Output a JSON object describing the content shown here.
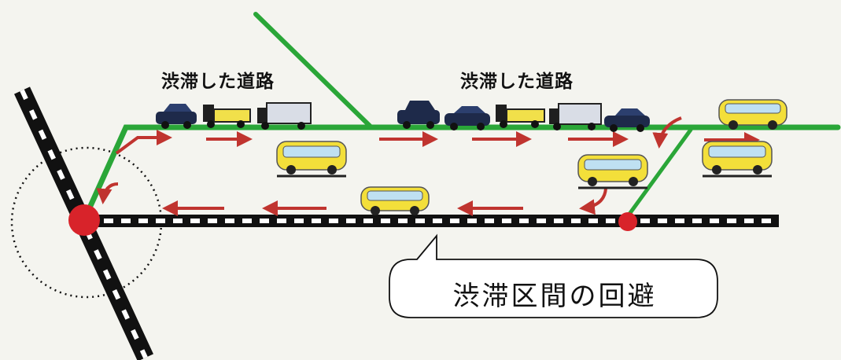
{
  "labels": {
    "road_left": "渋滞した道路",
    "road_right": "渋滞した道路",
    "callout": "渋滞区間の回避"
  },
  "colors": {
    "background": "#f4f4ef",
    "road": "#2aa638",
    "railway": "#111111",
    "arrow": "#c0342f",
    "station": "#d8232a",
    "bus_body": "#f3df3a",
    "bus_window": "#bfe0f2",
    "car_dark": "#1e2a4a",
    "truck_yellow": "#f1e04a"
  },
  "icons": {
    "bus": "bus-icon",
    "car": "car-icon",
    "truck": "truck-icon",
    "station": "station-marker-icon"
  }
}
